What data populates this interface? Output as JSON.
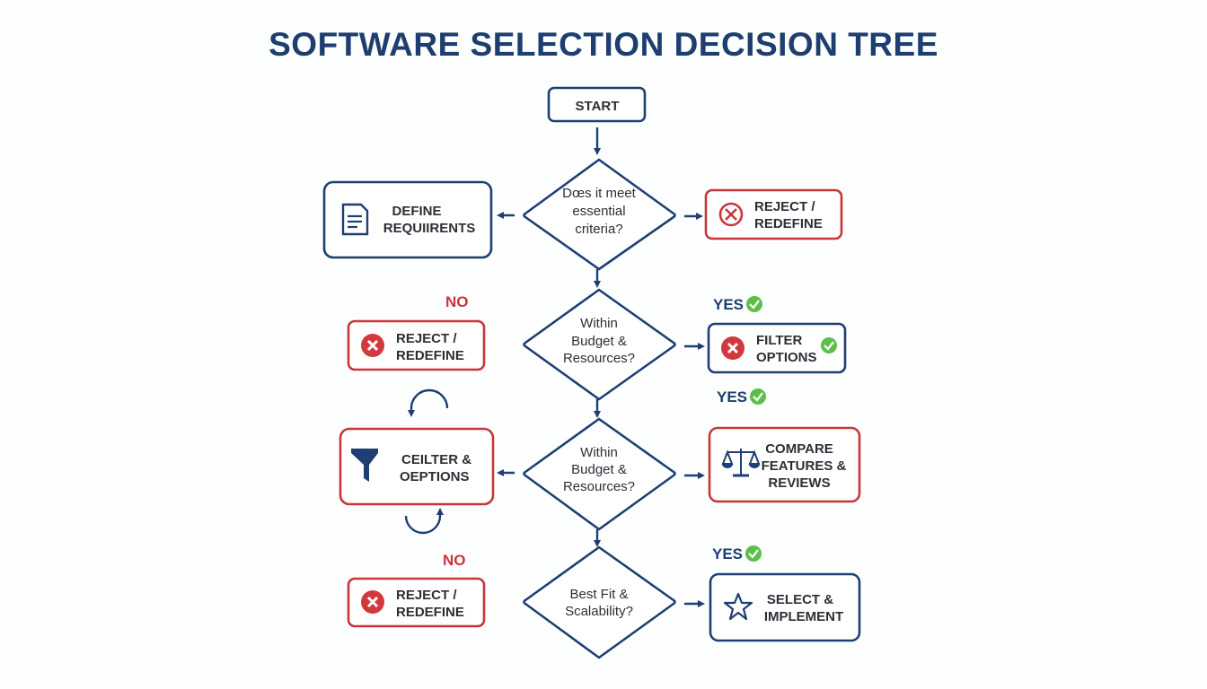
{
  "title": "SOFTWARE SELECTION DECISION TREE",
  "start": "START",
  "decisions": [
    {
      "lines": [
        "Dœs it meet",
        "essential",
        "criteria?"
      ]
    },
    {
      "lines": [
        "Within",
        "Budget &",
        "Resources?"
      ]
    },
    {
      "lines": [
        "Within",
        "Budget &",
        "Resources?"
      ]
    },
    {
      "lines": [
        "Best Fit &",
        "Scalability?"
      ]
    }
  ],
  "boxes": {
    "define": [
      "DEFINE",
      "REQUIIRENTS"
    ],
    "reject1": [
      "REJECT /",
      "REDEFINE"
    ],
    "reject2": [
      "REJECT /",
      "REDEFINE"
    ],
    "filter_options": [
      "FILTER",
      "OPTIONS"
    ],
    "ceilter": [
      "CEILTER &",
      "OEPTIONS"
    ],
    "compare": [
      "COMPARE",
      "FEATURES &",
      "REVIEWS"
    ],
    "reject3": [
      "REJECT /",
      "REDEFINE"
    ],
    "select": [
      "SELECT &",
      "IMPLEMENT"
    ]
  },
  "labels": {
    "no1": "NO",
    "no2": "NO",
    "yes1": "YES",
    "yes2": "YES",
    "yes3": "YES"
  },
  "colors": {
    "navy": "#1e3f73",
    "red": "#c8363a",
    "green": "#5cbf4a"
  }
}
